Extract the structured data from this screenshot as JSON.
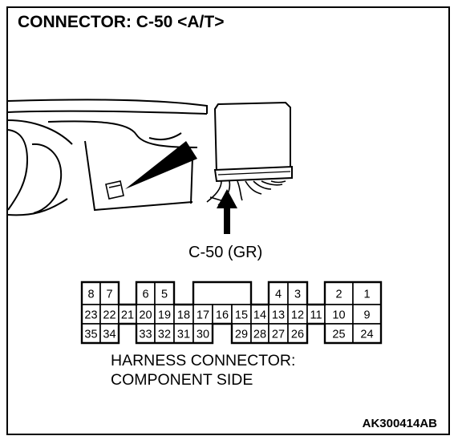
{
  "title": "CONNECTOR: C-50 <A/T>",
  "callout_label": "C-50 (GR)",
  "caption": {
    "line1": "HARNESS CONNECTOR:",
    "line2": "COMPONENT SIDE"
  },
  "figure_code": "AK300414AB",
  "connector": {
    "top_row": [
      "8",
      "7",
      "6",
      "5",
      "4",
      "3",
      "2",
      "1"
    ],
    "middle_row": [
      "23",
      "22",
      "21",
      "20",
      "19",
      "18",
      "17",
      "16",
      "15",
      "14",
      "13",
      "12",
      "11",
      "10",
      "9"
    ],
    "bottom_row": [
      "35",
      "34",
      "33",
      "32",
      "31",
      "30",
      "29",
      "28",
      "27",
      "26",
      "25",
      "24"
    ]
  }
}
